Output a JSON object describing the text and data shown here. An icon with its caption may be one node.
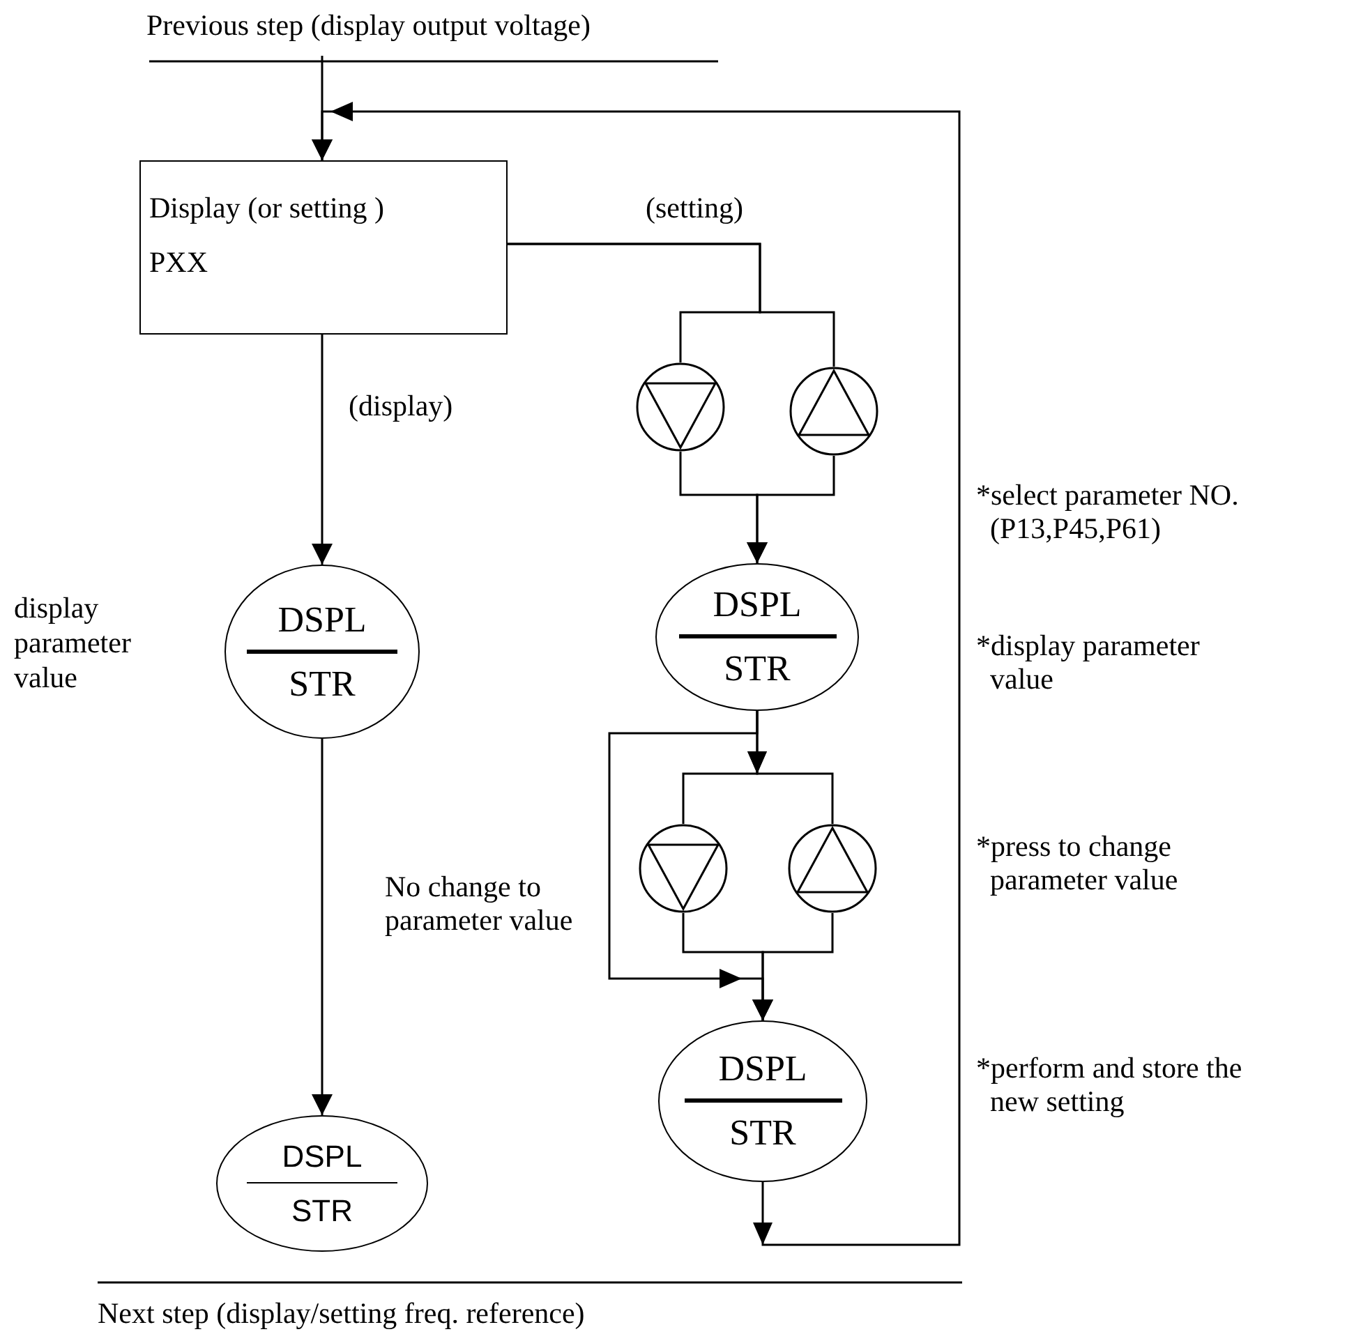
{
  "diagram": {
    "nodes": [
      {
        "text": [
          "Previous step (display output voltage)"
        ]
      },
      {
        "text": [
          "Display (or setting )",
          "PXX"
        ]
      },
      {
        "text": [],
        "shape": "circle"
      },
      {
        "text": [],
        "shape": "circle"
      },
      {
        "text": [
          "DSPL",
          "STR"
        ],
        "beside": [
          "display parameter value"
        ]
      },
      {
        "text": [
          "DSPL",
          "STR"
        ]
      },
      {
        "text": [],
        "shape": "circle"
      },
      {
        "text": [],
        "shape": "circle"
      },
      {
        "text": [
          "DSPL",
          "STR"
        ]
      },
      {
        "text": [
          "DSPL",
          "STR"
        ]
      }
    ],
    "edges": [
      {
        "from": 0,
        "to": 1,
        "arrow": "to"
      },
      {
        "from": 1,
        "to": 4,
        "arrow": "to",
        "label": "(display)"
      },
      {
        "from": 1,
        "to": 2,
        "arrow": "none",
        "label": "(setting)"
      },
      {
        "from": 1,
        "to": 3,
        "arrow": "none"
      },
      {
        "from": 2,
        "to": 5,
        "arrow": "to"
      },
      {
        "from": 3,
        "to": 5,
        "arrow": "to"
      },
      {
        "from": 4,
        "to": 9,
        "arrow": "to"
      },
      {
        "from": 5,
        "to": 6,
        "arrow": "to"
      },
      {
        "from": 5,
        "to": 7,
        "arrow": "to"
      },
      {
        "from": 5,
        "to": 8,
        "arrow": "to",
        "label": "No change to parameter value"
      },
      {
        "from": 6,
        "to": 8,
        "arrow": "to"
      },
      {
        "from": 7,
        "to": 8,
        "arrow": "to"
      },
      {
        "from": 8,
        "to": 1,
        "arrow": "to"
      }
    ],
    "labels": [
      "*select parameter NO.(P13,P45,P61)",
      "*display parameter value",
      "*press to change parameter value",
      "*perform and store the new setting",
      "Next step (display/setting freq. reference)"
    ]
  }
}
